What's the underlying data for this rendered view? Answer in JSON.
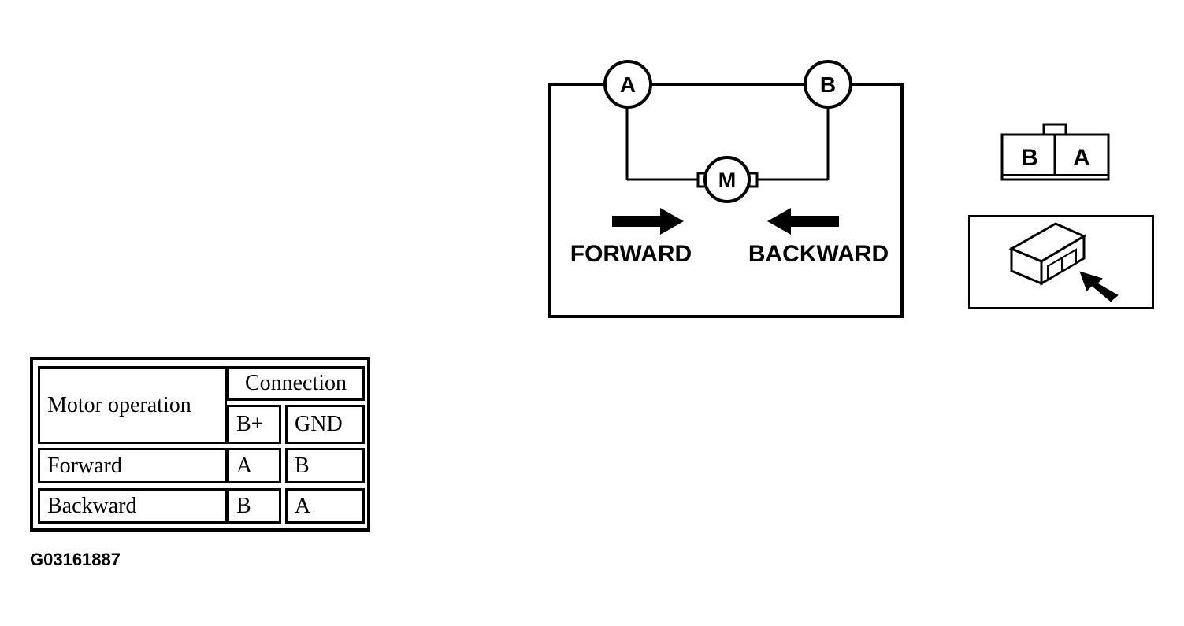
{
  "circuit": {
    "terminal_a": "A",
    "terminal_b": "B",
    "motor": "M",
    "forward_label": "FORWARD",
    "backward_label": "BACKWARD"
  },
  "connector": {
    "left_label": "B",
    "right_label": "A"
  },
  "table": {
    "header_operation": "Motor operation",
    "header_connection": "Connection",
    "col_bplus": "B+",
    "col_gnd": "GND",
    "rows": [
      {
        "operation": "Forward",
        "bplus": "A",
        "gnd": "B"
      },
      {
        "operation": "Backward",
        "bplus": "B",
        "gnd": "A"
      }
    ]
  },
  "ref_code": "G03161887"
}
